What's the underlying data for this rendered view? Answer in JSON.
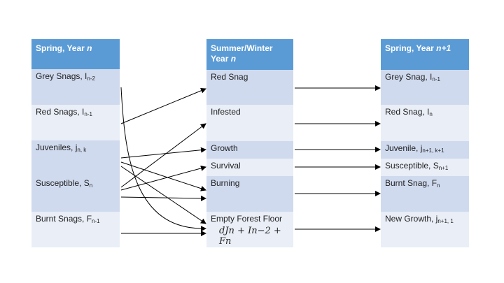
{
  "left": {
    "header": {
      "text": "Spring, Year ",
      "var": "n"
    },
    "rows": [
      {
        "text": "Grey Snags, I",
        "sub": "n-2"
      },
      {
        "text": "Red Snags, I",
        "sub": "n-1"
      },
      {
        "text": "Juveniles, j",
        "sub": "n, k"
      },
      {
        "text": "Susceptible, S",
        "sub": "n"
      },
      {
        "text": "Burnt Snags, F",
        "sub": "n-1"
      }
    ]
  },
  "middle": {
    "header_line1": "Summer/Winter",
    "header_line2": "Year ",
    "header_var": "n",
    "rows": [
      {
        "text": "Red Snag"
      },
      {
        "text": "Infested"
      },
      {
        "text": "Growth"
      },
      {
        "text": "Survival"
      },
      {
        "text": "Burning"
      },
      {
        "text": "Empty Forest Floor",
        "formula": "dJn + In−2 + Fn"
      }
    ]
  },
  "right": {
    "header": {
      "text": "Spring, Year ",
      "var": "n+1"
    },
    "rows": [
      {
        "text": "Grey Snag, I",
        "sub": "n-1"
      },
      {
        "text": "Red Snag, I",
        "sub": "n"
      },
      {
        "text": "Juvenile, j",
        "sub": "n+1, k+1"
      },
      {
        "text": "Susceptible, S",
        "sub": "n+1"
      },
      {
        "text": "Burnt Snag, F",
        "sub": "n"
      },
      {
        "text": "New Growth, j",
        "sub": "n+1, 1"
      }
    ]
  },
  "colors": {
    "header": "#5b9bd5",
    "cell_dark": "#cfdaee",
    "cell_light": "#e9eef7",
    "arrow": "#000000"
  }
}
